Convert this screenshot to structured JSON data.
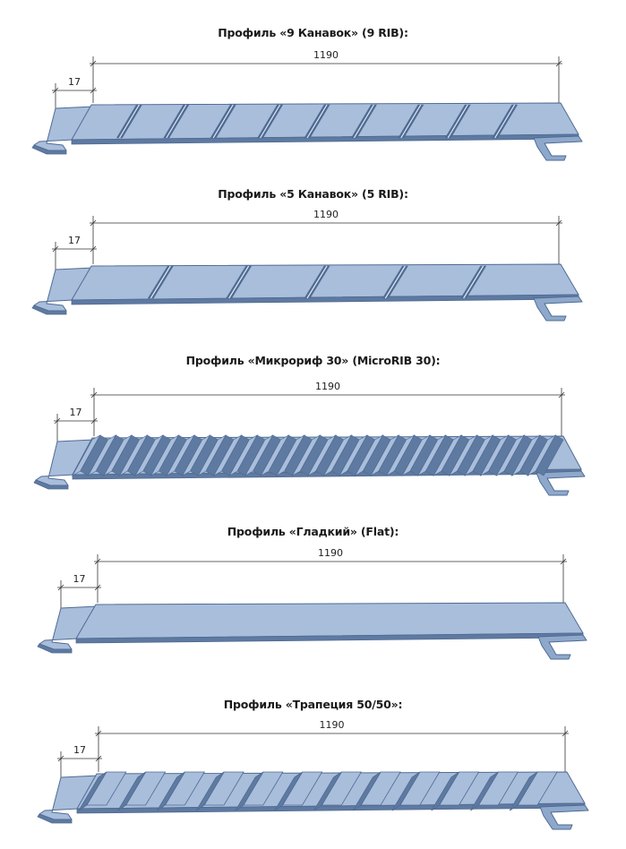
{
  "colors": {
    "panel_top": "#a9bedb",
    "panel_face": "#8ea8cc",
    "panel_edge": "#4f6b93",
    "panel_dark": "#5f7aa1",
    "dimension_line": "#333333"
  },
  "profiles": [
    {
      "title": "Профиль «9 Канавок» (9 RIB):",
      "width_label": "1190",
      "lock_label": "17",
      "ribs": 9,
      "style": "rib"
    },
    {
      "title": "Профиль «5 Канавок» (5 RIB):",
      "width_label": "1190",
      "lock_label": "17",
      "ribs": 5,
      "style": "rib"
    },
    {
      "title": "Профиль  «Микрориф 30» (MicroRIB 30):",
      "width_label": "1190",
      "lock_label": "17",
      "ribs": 30,
      "style": "micro"
    },
    {
      "title": "Профиль «Гладкий» (Flat):",
      "width_label": "1190",
      "lock_label": "17",
      "ribs": 0,
      "style": "flat"
    },
    {
      "title": "Профиль «Трапеция 50/50»:",
      "width_label": "1190",
      "lock_label": "17",
      "ribs": 12,
      "style": "trap"
    }
  ]
}
